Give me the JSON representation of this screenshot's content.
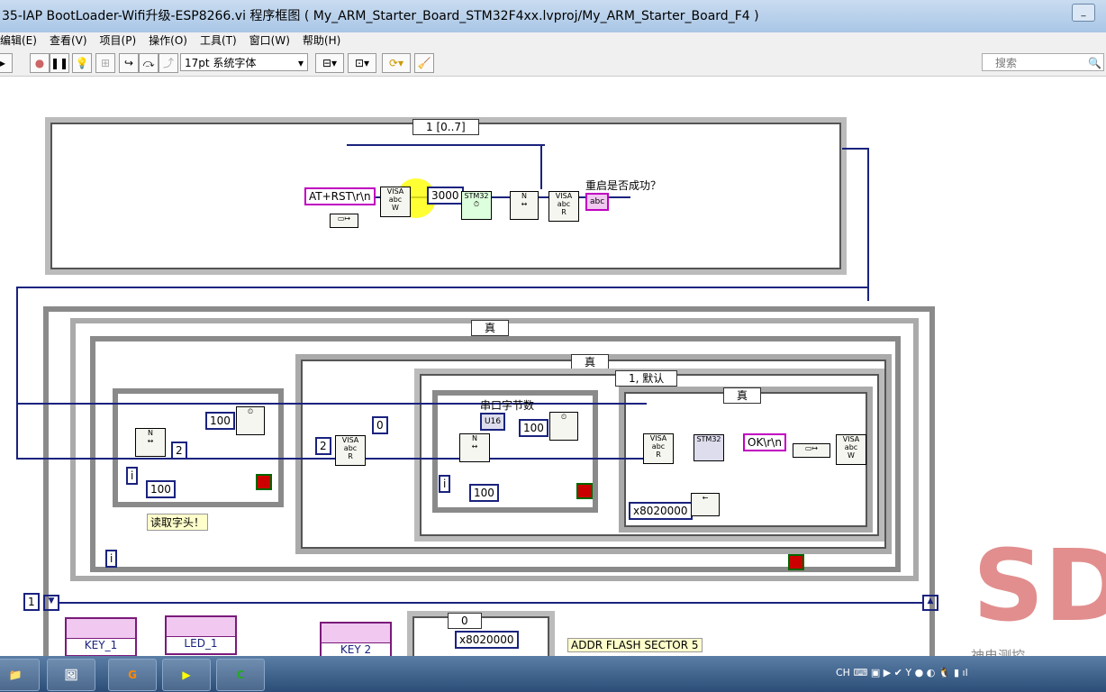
{
  "window": {
    "title": "35-IAP BootLoader-Wifi升级-ESP8266.vi 程序框图 ( My_ARM_Starter_Board_STM32F4xx.lvproj/My_ARM_Starter_Board_F4 )"
  },
  "menu": [
    "编辑(E)",
    "查看(V)",
    "项目(P)",
    "操作(O)",
    "工具(T)",
    "窗口(W)",
    "帮助(H)"
  ],
  "toolbar": {
    "font": "17pt 系统字体",
    "search_placeholder": "搜索"
  },
  "diagram": {
    "sequence_selector": "1 [0..7]",
    "at_rst": "AT+RST\\r\\n",
    "delay": "3000",
    "stm32_tag": "STM32",
    "reboot_label": "重启是否成功？",
    "indicator": "abc",
    "case_true_outer": "真",
    "case_true_mid": "真",
    "case_default": "1, 默认",
    "case_true_inner": "真",
    "serial_bytes_label": "串口字节数",
    "u16": "U16",
    "c100a": "100",
    "c100b": "100",
    "c100c": "100",
    "c100d": "100",
    "c2a": "2",
    "c2b": "2",
    "c0": "0",
    "ok": "OK\\r\\n",
    "addr": "x8020000",
    "read_header": "读取字头！",
    "iter": "i",
    "shift_init": "1",
    "key1": "KEY_1",
    "led1": "LED_1",
    "key2": "KEY 2",
    "case_zero": "0",
    "addr2": "x8020000",
    "flash_label": "ADDR FLASH SECTOR 5"
  },
  "watermark": "神电测控"
}
